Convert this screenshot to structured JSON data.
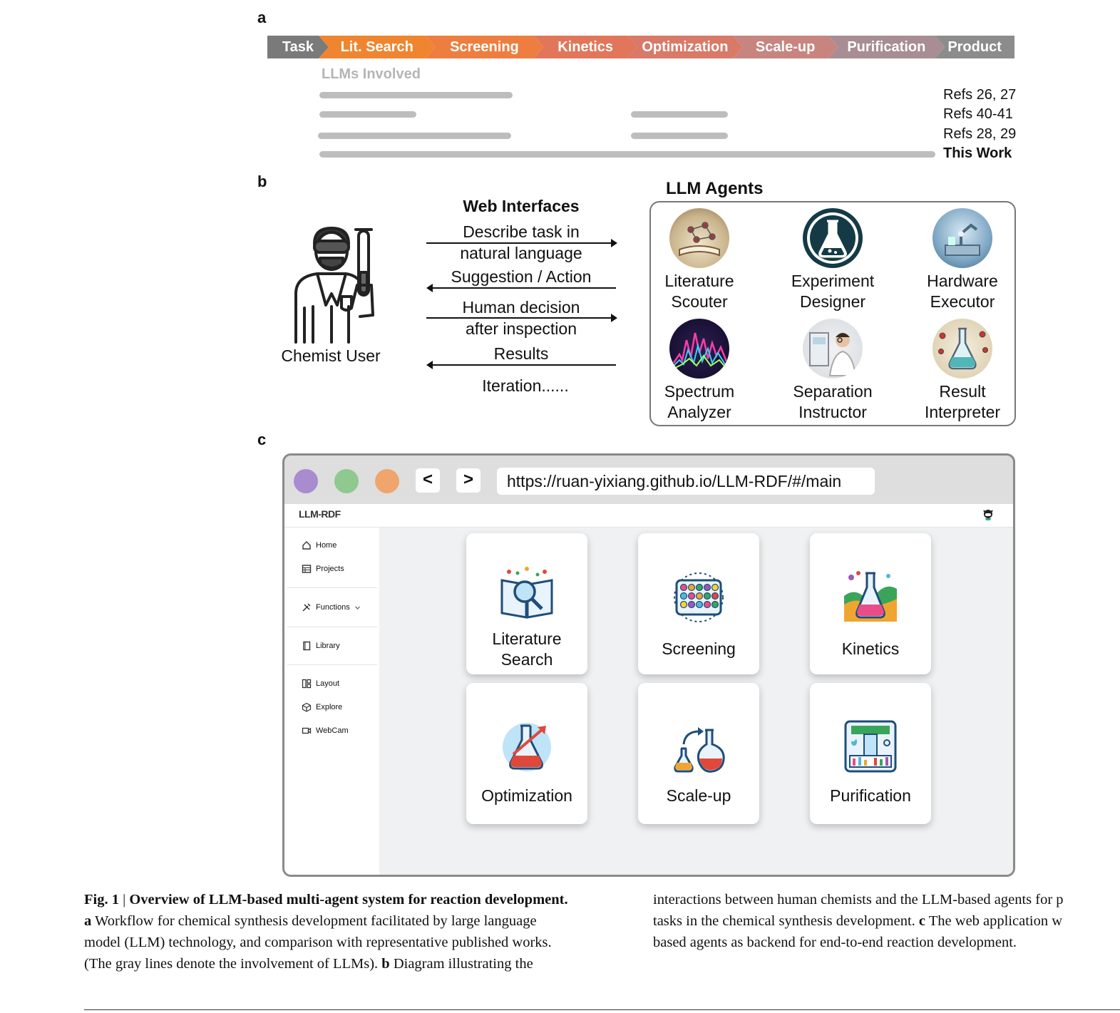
{
  "panel_a": {
    "letter": "a",
    "stages": [
      {
        "label": "Task",
        "color": "#7a7a7a"
      },
      {
        "label": "Lit. Search",
        "color": "#f0852f"
      },
      {
        "label": "Screening",
        "color": "#ee7e40"
      },
      {
        "label": "Kinetics",
        "color": "#e2765a"
      },
      {
        "label": "Optimization",
        "color": "#d97968"
      },
      {
        "label": "Scale-up",
        "color": "#c88580"
      },
      {
        "label": "Purification",
        "color": "#a88d95"
      },
      {
        "label": "Product",
        "color": "#8c8c8c"
      }
    ],
    "llms_label": "LLMs Involved",
    "refs": [
      "Refs 26, 27",
      "Refs 40-41",
      "Refs 28, 29",
      "This Work"
    ]
  },
  "panel_b": {
    "letter": "b",
    "user_label": "Chemist User",
    "web_title": "Web Interfaces",
    "messages": {
      "m1": "Describe task in\nnatural language",
      "m2": "Suggestion / Action",
      "m3": "Human decision\nafter inspection",
      "m4": "Results",
      "m5": "Iteration......"
    },
    "agents_title": "LLM Agents",
    "agents": [
      {
        "label": "Literature\nScouter",
        "icon": "book-molecule-icon"
      },
      {
        "label": "Experiment\nDesigner",
        "icon": "flask-icon"
      },
      {
        "label": "Hardware\nExecutor",
        "icon": "robot-lab-icon"
      },
      {
        "label": "Spectrum\nAnalyzer",
        "icon": "spectrum-icon"
      },
      {
        "label": "Separation\nInstructor",
        "icon": "scientist-icon"
      },
      {
        "label": "Result\nInterpreter",
        "icon": "flask-molecule-icon"
      }
    ]
  },
  "panel_c": {
    "letter": "c",
    "browser": {
      "back": "<",
      "forward": ">",
      "url": "https://ruan-yixiang.github.io/LLM-RDF/#/main",
      "dot_colors": [
        "#a98bd0",
        "#8fc98f",
        "#f0a56c"
      ]
    },
    "app": {
      "brand": "LLM-RDF",
      "sidebar": [
        {
          "label": "Home",
          "icon": "home-icon"
        },
        {
          "label": "Projects",
          "icon": "table-icon"
        },
        {
          "label": "Functions",
          "icon": "tools-icon"
        },
        {
          "label": "Library",
          "icon": "book-icon"
        },
        {
          "label": "Layout",
          "icon": "layout-icon"
        },
        {
          "label": "Explore",
          "icon": "cube-icon"
        },
        {
          "label": "WebCam",
          "icon": "camera-icon"
        }
      ],
      "cards": [
        {
          "label": "Literature\nSearch",
          "icon": "literature-search-icon"
        },
        {
          "label": "Screening",
          "icon": "screening-plate-icon"
        },
        {
          "label": "Kinetics",
          "icon": "kinetics-flask-icon"
        },
        {
          "label": "Optimization",
          "icon": "optimization-flask-icon"
        },
        {
          "label": "Scale-up",
          "icon": "scale-up-flasks-icon"
        },
        {
          "label": "Purification",
          "icon": "purification-column-icon"
        }
      ]
    }
  },
  "caption": {
    "fig_label": "Fig. 1",
    "sep": " | ",
    "title": "Overview of LLM-based multi-agent system for reaction development.",
    "col1_lines": [
      {
        "b": "a",
        "t": " Workflow for chemical synthesis development facilitated by large language"
      },
      {
        "b": "",
        "t": "model (LLM) technology, and comparison with representative published works."
      },
      {
        "b": "",
        "t": "(The gray lines denote the involvement of LLMs). "
      },
      {
        "b": "b",
        "t": " Diagram illustrating the"
      }
    ],
    "col2_lines": [
      {
        "b": "",
        "t": "interactions between human chemists and the LLM-based agents for p"
      },
      {
        "b": "",
        "t": "tasks in the chemical synthesis development. "
      },
      {
        "b": "c",
        "t": " The web application w"
      },
      {
        "b": "",
        "t": "based agents as backend for end-to-end reaction development."
      }
    ]
  }
}
